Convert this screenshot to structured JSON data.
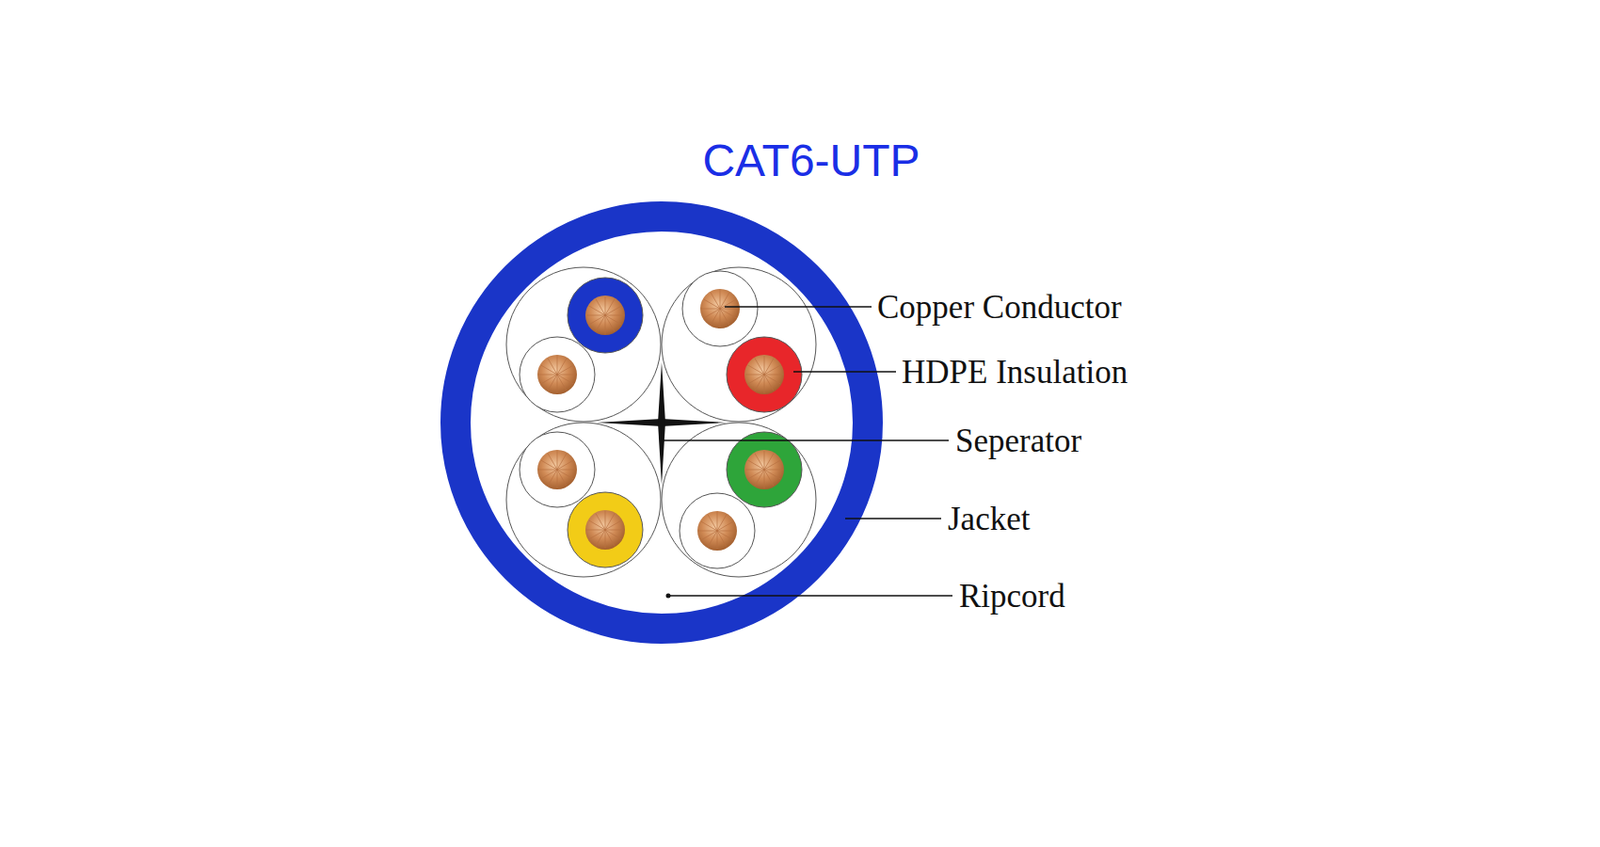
{
  "diagram": {
    "title": "CAT6-UTP",
    "labels": [
      "Copper Conductor",
      "HDPE Insulation",
      "Seperator",
      "Jacket",
      "Ripcord"
    ]
  }
}
